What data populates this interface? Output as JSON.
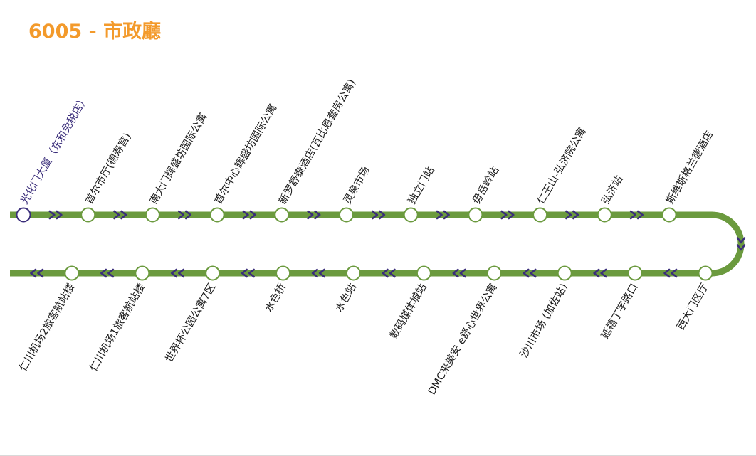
{
  "route": {
    "number": "6005",
    "separator": " - ",
    "terminus": "市政廳"
  },
  "colors": {
    "title": "#f39a2b",
    "line": "#6b9a3e",
    "arrow": "#3a2d7a",
    "start_station": "#3a2d7a"
  },
  "icons": {
    "direction": "double-chevron-icon"
  },
  "outbound_stations": [
    {
      "name": "光化门大厦（东和免税店）",
      "current": true
    },
    {
      "name": "首尔市厅(德寿宫)"
    },
    {
      "name": "南大门辉盛坊国际公寓"
    },
    {
      "name": "首尔中心辉盛坊国际公寓"
    },
    {
      "name": "新罗舒泰酒店(瓦比恩套房公寓)"
    },
    {
      "name": "灵泉市场"
    },
    {
      "name": "独立门站"
    },
    {
      "name": "毋岳岭站"
    },
    {
      "name": "仁王山-弘济院公寓"
    },
    {
      "name": "弘济站"
    },
    {
      "name": "斯维斯格兰德酒店"
    }
  ],
  "inbound_stations": [
    {
      "name": "西大门区厅"
    },
    {
      "name": "延禧丁字路口"
    },
    {
      "name": "沙川市场 (加佐站)"
    },
    {
      "name": "DMC来美安 e舒心世界公寓"
    },
    {
      "name": "数码媒体城站"
    },
    {
      "name": "水色站"
    },
    {
      "name": "水色桥"
    },
    {
      "name": "世界杯公园公寓7区"
    },
    {
      "name": "仁川机场1旅客航站楼"
    },
    {
      "name": "仁川机场2旅客航站楼"
    }
  ]
}
